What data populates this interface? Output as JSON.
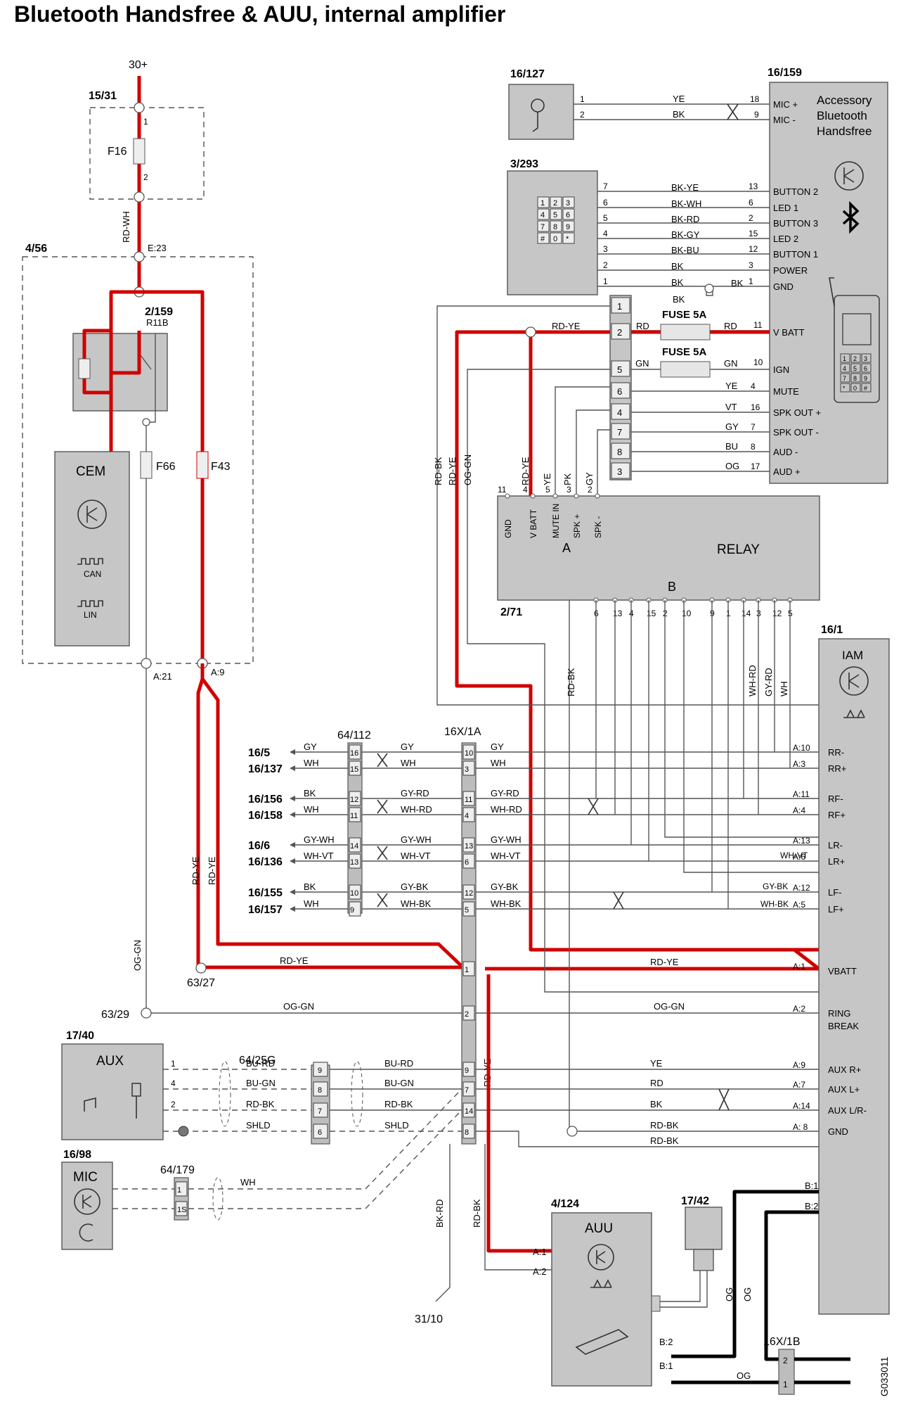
{
  "title": "Bluetooth Handsfree & AUU, internal amplifier",
  "image_id": "G033011",
  "supply": {
    "label": "30+",
    "ref_15_31": "15/31",
    "fuse_f16": "F16",
    "pin1": "1",
    "pin2": "2",
    "wire": "RD-WH",
    "e23": "E:23"
  },
  "cem": {
    "ref": "4/56",
    "relay_ref": "2/159",
    "relay_pin": "R11B",
    "label": "CEM",
    "can": "CAN",
    "lin": "LIN",
    "fuse_f66": "F66",
    "fuse_f43": "F43",
    "a21": "A:21",
    "a9": "A:9"
  },
  "mic_top": {
    "ref": "16/127",
    "p1": "1",
    "p2": "2",
    "w1": "YE",
    "w2": "BK",
    "n1": "18",
    "n2": "9"
  },
  "keypad": {
    "ref": "3/293",
    "pins": [
      "7",
      "6",
      "5",
      "4",
      "3",
      "2",
      "1"
    ],
    "wires": [
      "BK-YE",
      "BK-WH",
      "BK-RD",
      "BK-GY",
      "BK-BU",
      "BK",
      "BK"
    ],
    "numbers": [
      "13",
      "6",
      "2",
      "15",
      "12",
      "3",
      "1"
    ],
    "keys": [
      "1",
      "2",
      "3",
      "4",
      "5",
      "6",
      "7",
      "8",
      "9",
      "#",
      "0",
      "*"
    ],
    "bk_extra": "BK",
    "bk_low": "BK"
  },
  "handsfree": {
    "ref": "16/159",
    "name": [
      "Accessory",
      "Bluetooth",
      "Handsfree"
    ],
    "pins": [
      "MIC +",
      "MIC -",
      "BUTTON 2",
      "LED 1",
      "BUTTON 3",
      "LED 2",
      "BUTTON 1",
      "POWER",
      "GND",
      "V BATT",
      "IGN",
      "MUTE",
      "SPK OUT +",
      "SPK OUT -",
      "AUD -",
      "AUD +"
    ],
    "keys": [
      "1",
      "2",
      "3",
      "4",
      "5",
      "6",
      "7",
      "8",
      "9",
      "*",
      "0",
      "#"
    ]
  },
  "fuse_block": {
    "pins": [
      "1",
      "2",
      "5",
      "6",
      "4",
      "7",
      "8",
      "3"
    ],
    "fuse1": "FUSE 5A",
    "fuse2": "FUSE 5A",
    "rd": "RD",
    "rd2": "RD",
    "gn": "GN",
    "gn2": "GN",
    "n11": "11",
    "n10": "10",
    "ye": "YE",
    "n4": "4",
    "vt": "VT",
    "n16": "16",
    "gy": "GY",
    "n7": "7",
    "bu": "BU",
    "n8": "8",
    "og": "OG",
    "n17": "17",
    "rdye": "RD-YE"
  },
  "relay": {
    "ref": "2/71",
    "name": "RELAY",
    "side_a": "A",
    "side_b": "B",
    "top_pins": [
      "11",
      "4",
      "5",
      "3",
      "2"
    ],
    "top_labels": [
      "GND",
      "V BATT",
      "MUTE IN",
      "SPK +",
      "SPK -"
    ],
    "bottom_pins": [
      "6",
      "13",
      "4",
      "15",
      "2",
      "10",
      "9",
      "1",
      "14",
      "3",
      "12",
      "5"
    ],
    "wires_top": [
      "RD-BK",
      "RD-YE",
      "OG-GN",
      "RD-YE",
      "YE",
      "PK",
      "GY"
    ],
    "rdbk": "RD-BK",
    "whrd": "WH-RD",
    "gyrd": "GY-RD",
    "wh": "WH"
  },
  "iam": {
    "ref": "16/1",
    "name": "IAM",
    "pins": [
      "RR-",
      "RR+",
      "RF-",
      "RF+",
      "LR-",
      "LR+",
      "LF-",
      "LF+",
      "VBATT",
      "RING",
      "BREAK",
      "AUX R+",
      "AUX L+",
      "AUX L/R-",
      "GND"
    ],
    "pin_ids": [
      "A:10",
      "A:3",
      "A:11",
      "A:4",
      "A:13",
      "A:6",
      "A:12",
      "A:5",
      "A:1",
      "A:2",
      "A:9",
      "A:7",
      "A:14",
      "A: 8"
    ],
    "b1": "B:1",
    "b2": "B:2",
    "whvt": "WH-VT",
    "gybk": "GY-BK",
    "whbk": "WH-BK"
  },
  "conn_64_112": {
    "ref": "64/112",
    "pins": [
      "16",
      "15",
      "12",
      "11",
      "14",
      "13",
      "10",
      "9"
    ]
  },
  "conn_16x_1a": {
    "ref": "16X/1A",
    "pins": [
      "10",
      "3",
      "11",
      "4",
      "13",
      "6",
      "12",
      "5",
      "1",
      "2",
      "9",
      "7",
      "14",
      "8"
    ]
  },
  "speakers": {
    "refs": [
      "16/5",
      "16/137",
      "16/156",
      "16/158",
      "16/6",
      "16/136",
      "16/155",
      "16/157"
    ],
    "left_wires": [
      "GY",
      "WH",
      "BK",
      "WH",
      "GY-WH",
      "WH-VT",
      "BK",
      "WH"
    ],
    "mid_wires": [
      "GY",
      "WH",
      "GY-RD",
      "WH-RD",
      "GY-WH",
      "WH-VT",
      "GY-BK",
      "WH-BK"
    ],
    "right_wires": [
      "GY",
      "WH",
      "GY-RD",
      "WH-RD",
      "GY-WH",
      "WH-VT",
      "GY-BK",
      "WH-BK"
    ]
  },
  "ground": {
    "g63_27": "63/27",
    "g63_29": "63/29",
    "g31_10": "31/10",
    "rdye": "RD-YE",
    "rdye2": "RD-YE",
    "oggn": "OG-GN",
    "oggn2": "OG-GN",
    "rdye_v1": "RD-YE",
    "rdye_v2": "RD-YE",
    "rdye_v3": "RD-YE",
    "oggn_v": "OG-GN",
    "bkrd": "BK-RD",
    "rdbk_v": "RD-BK"
  },
  "aux": {
    "ref": "17/40",
    "name": "AUX",
    "pins": [
      "1",
      "4",
      "2"
    ],
    "wires": [
      "BU-RD",
      "BU-GN",
      "RD-BK",
      "SHLD"
    ],
    "conn_ref": "64/25G",
    "conn_pins": [
      "9",
      "8",
      "7",
      "6"
    ],
    "wires_r": [
      "BU-RD",
      "BU-GN",
      "RD-BK",
      "SHLD"
    ],
    "iam_wires": [
      "YE",
      "RD",
      "BK",
      "RD-BK",
      "RD-BK"
    ]
  },
  "mic_low": {
    "ref": "16/98",
    "name": "MIC",
    "conn_ref": "64/179",
    "pins": [
      "1",
      "1S"
    ],
    "wire": "WH"
  },
  "auu": {
    "ref": "4/124",
    "name": "AUU",
    "a1": "A:1",
    "a2": "A:2",
    "b2": "B:2",
    "b1": "B:1",
    "usb_ref": "17/42",
    "og": "OG",
    "og2": "OG",
    "og3": "OG",
    "conn_ref": "16X/1B",
    "conn_pins": [
      "2",
      "1"
    ]
  },
  "colors": {
    "power": "#d00000",
    "optical": "#000000",
    "box": "#c6c6c6"
  }
}
